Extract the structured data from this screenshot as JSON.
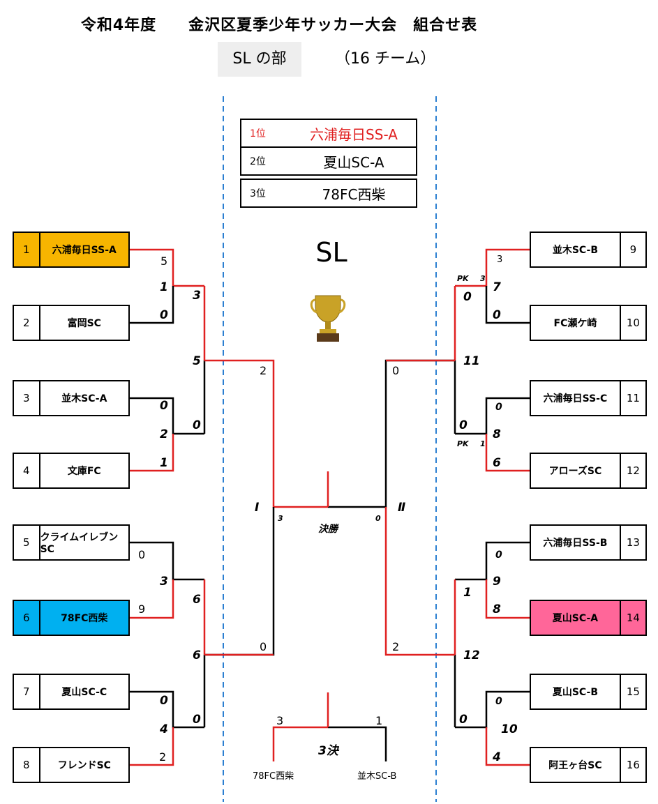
{
  "header": {
    "title": "令和4年度　　金沢区夏季少年サッカー大会　組合せ表",
    "division": "SL の部",
    "team_count": "（16 チーム）"
  },
  "results": [
    {
      "rank": "1位",
      "team": "六浦毎日SS-A",
      "color": "#e02020"
    },
    {
      "rank": "2位",
      "team": "夏山SC-A",
      "color": "#000000"
    },
    {
      "rank": "3位",
      "team": "78FC西柴",
      "color": "#000000"
    }
  ],
  "center": {
    "label": "SL",
    "trophy": "trophy-icon",
    "final_label": "決勝",
    "third_label": "3決",
    "semi_left": "Ⅰ",
    "semi_right": "Ⅱ"
  },
  "teams_left": [
    {
      "seed": "1",
      "name": "六浦毎日SS-A",
      "color": "#f7b500"
    },
    {
      "seed": "2",
      "name": "富岡SC",
      "color": "#ffffff"
    },
    {
      "seed": "3",
      "name": "並木SC-A",
      "color": "#ffffff"
    },
    {
      "seed": "4",
      "name": "文庫FC",
      "color": "#ffffff"
    },
    {
      "seed": "5",
      "name": "クライムイレブンSC",
      "color": "#ffffff"
    },
    {
      "seed": "6",
      "name": "78FC西柴",
      "color": "#00b0f0"
    },
    {
      "seed": "7",
      "name": "夏山SC-C",
      "color": "#ffffff"
    },
    {
      "seed": "8",
      "name": "フレンドSC",
      "color": "#ffffff"
    }
  ],
  "teams_right": [
    {
      "seed": "9",
      "name": "並木SC-B",
      "color": "#ffffff"
    },
    {
      "seed": "10",
      "name": "FC瀬ケ崎",
      "color": "#ffffff"
    },
    {
      "seed": "11",
      "name": "六浦毎日SS-C",
      "color": "#ffffff"
    },
    {
      "seed": "12",
      "name": "アローズSC",
      "color": "#ffffff"
    },
    {
      "seed": "13",
      "name": "六浦毎日SS-B",
      "color": "#ffffff"
    },
    {
      "seed": "14",
      "name": "夏山SC-A",
      "color": "#ff6699"
    },
    {
      "seed": "15",
      "name": "夏山SC-B",
      "color": "#ffffff"
    },
    {
      "seed": "16",
      "name": "阿王ヶ台SC",
      "color": "#ffffff"
    }
  ],
  "scores": {
    "l1": "5",
    "l2": "1",
    "l3": "0",
    "l4": "3",
    "l5": "5",
    "l6": "0",
    "l7": "2",
    "l8": "1",
    "l9": "0",
    "l10": "2",
    "l11": "0",
    "l12": "3",
    "l13": "9",
    "l14": "6",
    "l15": "6",
    "l16": "0",
    "l17": "4",
    "l18": "0",
    "l19": "2",
    "l20": "0",
    "l21": "3",
    "r1": "3",
    "r2": "PK",
    "r3": "3",
    "r4": "7",
    "r5": "0",
    "r6": "0",
    "r7": "11",
    "r8": "0",
    "r9": "0",
    "r10": "8",
    "r11": "PK",
    "r12": "1",
    "r13": "6",
    "r14": "0",
    "r15": "0",
    "r16": "9",
    "r17": "1",
    "r18": "8",
    "r19": "12",
    "r20": "2",
    "r21": "0",
    "r22": "0",
    "r23": "10",
    "r24": "4",
    "third_l": "3",
    "third_r": "1",
    "third_team_l": "78FC西柴",
    "third_team_r": "並木SC-B"
  },
  "colors": {
    "win": "#e02020",
    "line": "#000000",
    "divider": "#2b7fd1"
  }
}
